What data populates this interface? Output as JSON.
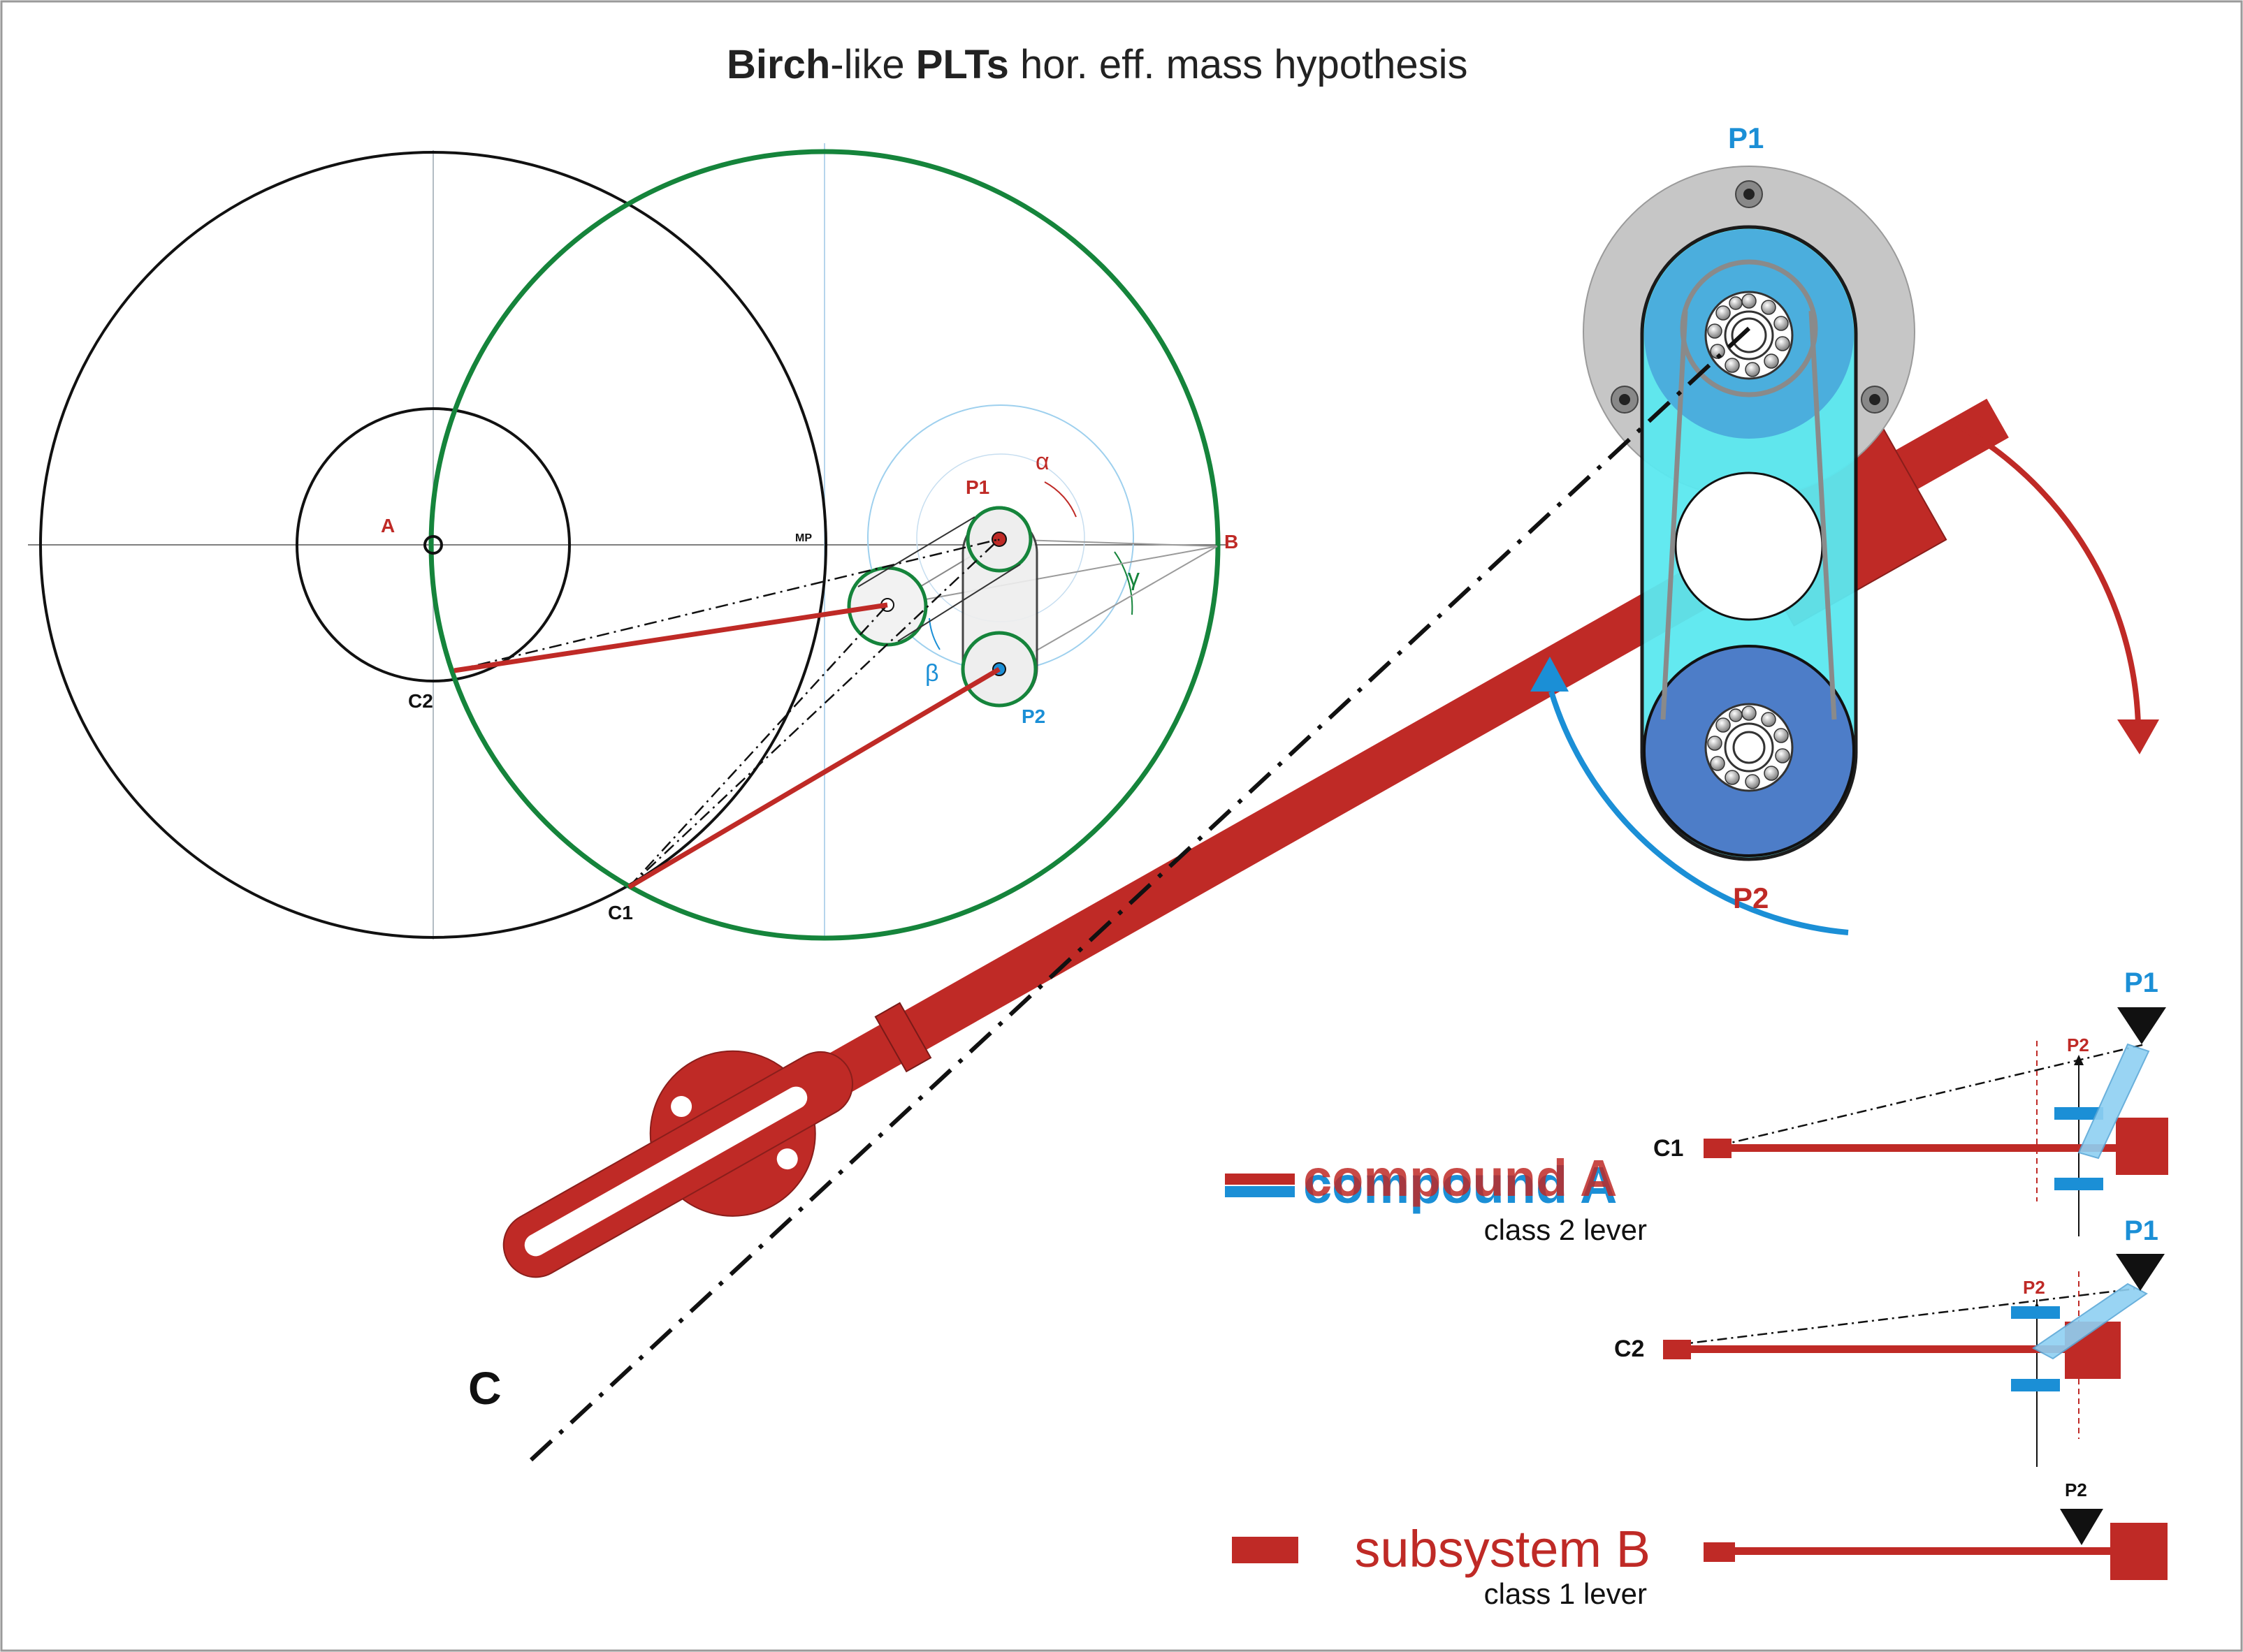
{
  "title": {
    "word1": "Birch",
    "word2": "-like ",
    "word3": "PLTs",
    "word4": " hor. eff. mass hypothesis"
  },
  "geometry_labels": {
    "A": "A",
    "B": "B",
    "MP": "MP",
    "C1": "C1",
    "C2": "C2",
    "P1": "P1",
    "P2": "P2",
    "alpha": "α",
    "beta": "β",
    "gamma": "γ"
  },
  "arm_labels": {
    "C": "C",
    "P1": "P1",
    "P2": "P2"
  },
  "legend": {
    "compound": {
      "title": "compound A",
      "subtitle": "class 2 lever",
      "C1": "C1",
      "P1": "P1",
      "P2": "P2"
    },
    "compound2": {
      "C2": "C2",
      "P1": "P1",
      "P2": "P2"
    },
    "subsystem": {
      "title": "subsystem B",
      "subtitle": "class 1 lever",
      "P2": "P2"
    }
  },
  "colors": {
    "red": "#bf2a26",
    "blue": "#1b8fd6",
    "green": "#15843b",
    "black": "#111111"
  }
}
